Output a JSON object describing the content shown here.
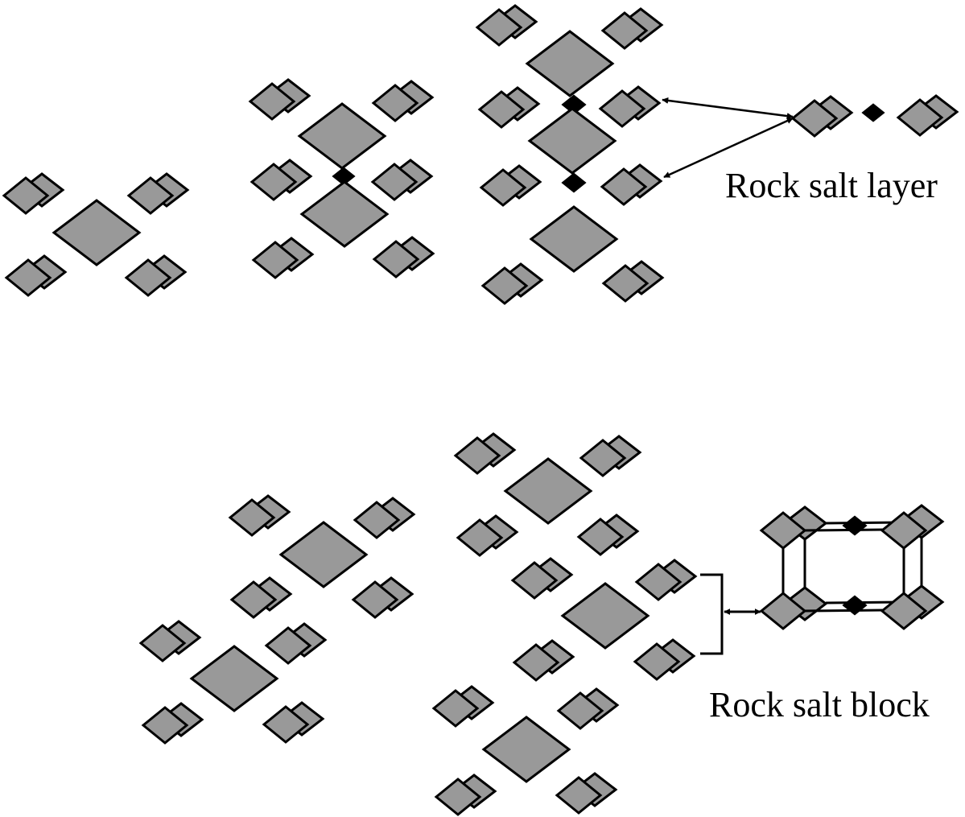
{
  "figure": {
    "labels": {
      "layer": "Rock salt layer",
      "block": "Rock salt block"
    },
    "colors": {
      "atom_fill": "#999999",
      "stroke": "#000000",
      "dopant_fill": "#000000",
      "background": "#ffffff"
    },
    "structures": [
      {
        "name": "unit-cell-single",
        "row": "top",
        "octahedra": 1,
        "interlayer_dopants": 0
      },
      {
        "name": "unit-cell-double",
        "row": "top",
        "octahedra": 2,
        "interlayer_dopants": 1
      },
      {
        "name": "unit-cell-triple",
        "row": "top",
        "octahedra": 3,
        "interlayer_dopants": 2
      },
      {
        "name": "stacked-double",
        "row": "bottom",
        "octahedra": 2,
        "interlayer_dopants": 0
      },
      {
        "name": "stacked-triple",
        "row": "bottom",
        "octahedra": 3,
        "interlayer_dopants": 0
      }
    ],
    "callouts": [
      {
        "name": "rock-salt-layer-callout",
        "label_key": "layer",
        "connector": "double-arrows"
      },
      {
        "name": "rock-salt-block-callout",
        "label_key": "block",
        "connector": "bracket-double-arrow"
      }
    ]
  }
}
